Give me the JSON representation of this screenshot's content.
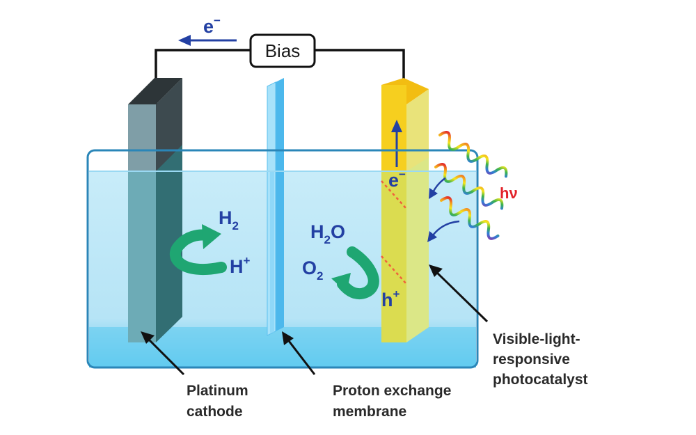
{
  "title": "",
  "circuit": {
    "bias_label": "Bias",
    "electron_label": "e",
    "electron_sup": "−"
  },
  "light": {
    "label": "hν"
  },
  "cathode": {
    "h2_main": "H",
    "h2_sub": "2",
    "hplus_main": "H",
    "hplus_sup": "+"
  },
  "anode": {
    "h2o_main": "H",
    "h2o_sub": "2",
    "h2o_end": "O",
    "o2_main": "O",
    "o2_sub": "2",
    "hole_main": "h",
    "hole_sup": "+",
    "electron_main": "e",
    "electron_sup": "−"
  },
  "captions": {
    "cathode": [
      "Platinum",
      "cathode"
    ],
    "membrane": [
      "Proton exchange",
      "membrane"
    ],
    "photocatalyst": [
      "Visible-light-",
      "responsive",
      "photocatalyst"
    ]
  },
  "colors": {
    "water": "#bfe8f7",
    "water_bottom": "#4fc3ee",
    "tank_border": "#2f8fc0",
    "cathode_front": "#7b9aa3",
    "cathode_side": "#3f4a4e",
    "membrane": "#8fd7f7",
    "photocatalyst": "#f5e64a",
    "photocatalyst_side": "#f3c41a",
    "arrow_green": "#1fa672",
    "chem_blue": "#2340a3",
    "hv_red": "#e2232a"
  }
}
